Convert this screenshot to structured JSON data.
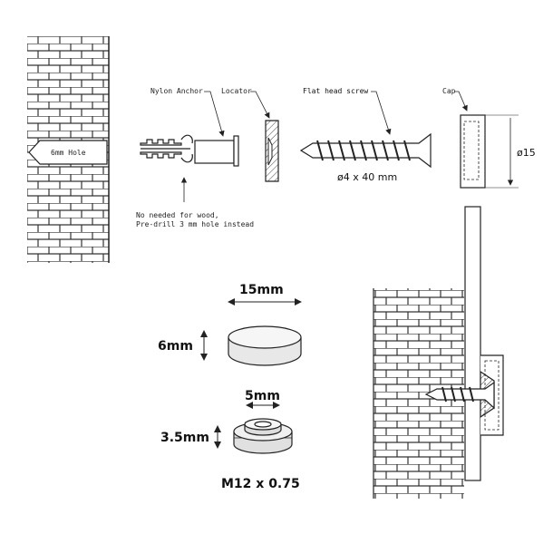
{
  "labels": {
    "hole": "6mm Hole",
    "nylon_anchor": "Nylon Anchor",
    "locator": "Locator",
    "screw": "Flat head screw",
    "cap": "Cap",
    "cap_diameter": "ø15",
    "screw_size": "ø4 x 40 mm",
    "note_line1": "No needed for wood,",
    "note_line2": "Pre-drill 3 mm hole instead",
    "cap_width": "15mm",
    "cap_height": "6mm",
    "washer_hole": "5mm",
    "washer_height": "3.5mm",
    "thread": "M12 x 0.75"
  }
}
